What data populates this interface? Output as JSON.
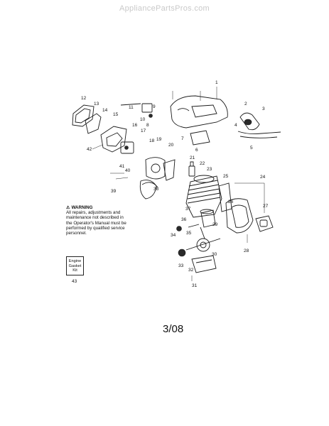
{
  "watermark": "AppliancePartsPros.com",
  "warning": {
    "title": "WARNING",
    "lines": [
      "All repairs, adjustments and",
      "maintenance not described in",
      "the Operator's Manual must be",
      "performed by qualified service",
      "personnel."
    ]
  },
  "kit": {
    "lines": [
      "Engine",
      "Gasket",
      "Kit"
    ],
    "number": "43"
  },
  "date": "3/08",
  "part_numbers": [
    "1",
    "2",
    "3",
    "4",
    "5",
    "6",
    "7",
    "8",
    "9",
    "10",
    "11",
    "12",
    "13",
    "14",
    "15",
    "16",
    "17",
    "18",
    "19",
    "20",
    "21",
    "22",
    "23",
    "24",
    "25",
    "26",
    "27",
    "28",
    "29",
    "30",
    "31",
    "32",
    "33",
    "34",
    "35",
    "36",
    "37",
    "38",
    "39",
    "40",
    "41",
    "42"
  ]
}
